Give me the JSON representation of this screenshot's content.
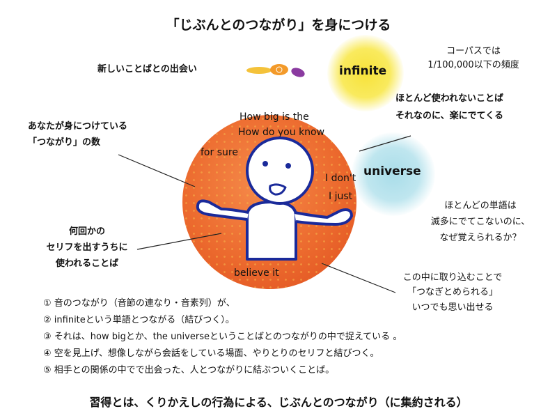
{
  "title": "「じぶんとのつながり」を身につける",
  "new_encounter": "新しいことばとの出会い",
  "words": {
    "infinite": "infinite",
    "universe": "universe"
  },
  "corpus_note": [
    "コーパスでは",
    "1/100,000以下の頻度"
  ],
  "rare_note": [
    "ほとんど使われないことば",
    "それなのに、楽にでてくる"
  ],
  "why_note": [
    "ほとんどの単語は",
    "滅多にでてこないのに、",
    "なぜ覚えられるか？"
  ],
  "connections_note": [
    "あなたが身につけている",
    "「つながり」の数"
  ],
  "lines_note": [
    "何回かの",
    "セリフを出すうちに",
    "使われることば"
  ],
  "capture_note": [
    "この中に取り込むことで",
    "「つなぎとめられる」",
    "いつでも思い出せる"
  ],
  "phrases": {
    "p1": "How big is the",
    "p2": "How do you know",
    "p3": "for sure",
    "p4": "I don't",
    "p5": "I just",
    "p6": "believe it"
  },
  "list": [
    "① 音のつながり（音節の連なり・音素列）が、",
    "② infiniteという単語とつながる（結びつく）。",
    "③ それは、how bigとか、the universeということばとのつながりの中で捉えている 。",
    "④ 空を見上げ、想像しながら会話をしている場面、やりとりのセリフと結びつく。",
    "⑤ 相手との関係の中でで出会った、人とつながりに結ぶついくことば。"
  ],
  "footer": "習得とは、くりかえしの行為による、じぶんとのつながり（に集約される）",
  "colors": {
    "ball": "#ec6a2e",
    "sun": "#f7e23a",
    "sky": "#a9dde9",
    "figure": "#1a2a9a"
  }
}
